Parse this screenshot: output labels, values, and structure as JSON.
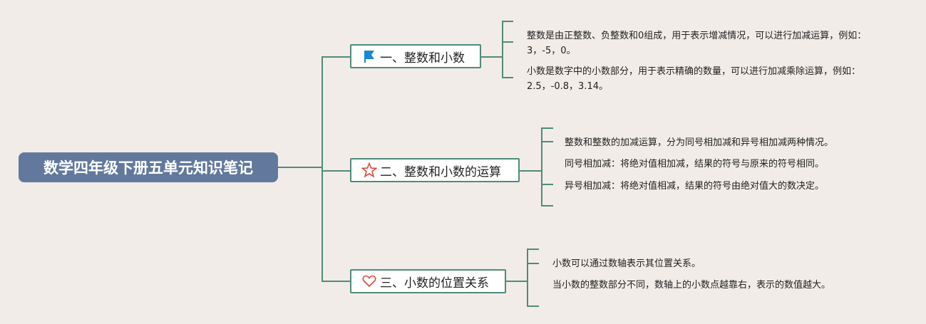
{
  "root": {
    "title": "数学四年级下册五单元知识笔记"
  },
  "branches": [
    {
      "label": "一、整数和小数",
      "icon": "flag-icon",
      "leaves": [
        "整数是由正整数、负整数和0组成，用于表示增减情况，可以进行加减运算，例如：3，-5，0。",
        "小数是数字中的小数部分，用于表示精确的数量，可以进行加减乘除运算，例如：2.5，-0.8，3.14。"
      ]
    },
    {
      "label": "二、整数和小数的运算",
      "icon": "star-icon",
      "leaves": [
        "整数和整数的加减运算，分为同号相加减和异号相加减两种情况。",
        "同号相加减：将绝对值相加减，结果的符号与原来的符号相同。",
        "异号相加减：将绝对值相减，结果的符号由绝对值大的数决定。"
      ]
    },
    {
      "label": "三、小数的位置关系",
      "icon": "heart-icon",
      "leaves": [
        "小数可以通过数轴表示其位置关系。",
        "当小数的整数部分不同，数轴上的小数点越靠右，表示的数值越大。"
      ]
    }
  ],
  "colors": {
    "line": "#4f8b7b",
    "root": "#62799d",
    "background": "#f1ece7"
  }
}
